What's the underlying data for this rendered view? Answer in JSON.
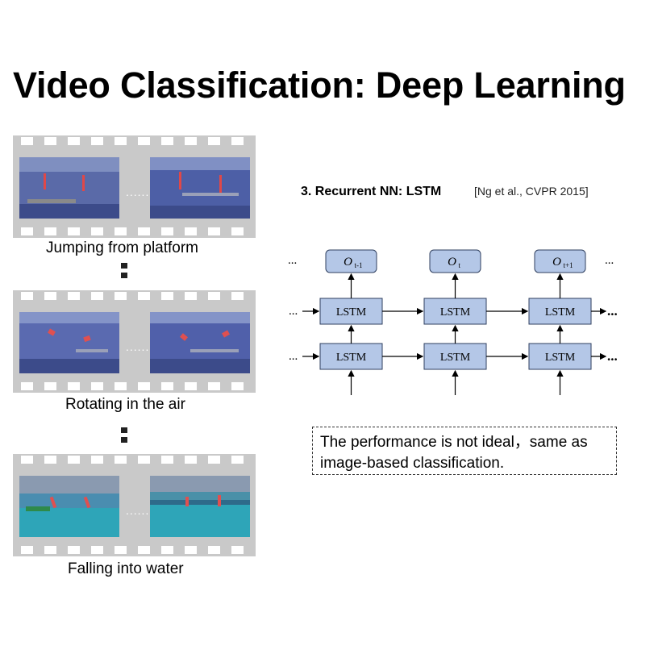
{
  "title": "Video Classification: Deep Learning",
  "filmstrips": [
    {
      "caption": "Jumping from platform",
      "frame_colors": [
        "#5a6aa8",
        "#4d5fa6"
      ],
      "water_color": "#3c4b8a"
    },
    {
      "caption": "Rotating in the air",
      "frame_colors": [
        "#5a6ab0",
        "#5060aa"
      ],
      "water_color": "#3c4b8a"
    },
    {
      "caption": "Falling into water",
      "frame_colors": [
        "#4a8db0",
        "#4a90a8"
      ],
      "water_color": "#2ea5b8"
    }
  ],
  "frame_ellipsis": "......",
  "method": {
    "label": "3. Recurrent NN: LSTM",
    "citation": "[Ng et al., CVPR 2015]"
  },
  "diagram": {
    "cell_label": "LSTM",
    "outputs": [
      {
        "symbol": "O",
        "subscript": "t-1"
      },
      {
        "symbol": "O",
        "subscript": "t"
      },
      {
        "symbol": "O",
        "subscript": "t+1"
      }
    ],
    "ellipsis": "...",
    "colors": {
      "box_fill": "#b4c7e7",
      "box_stroke": "#2f3f5f"
    }
  },
  "note": "The performance is not ideal，same as image-based classification."
}
